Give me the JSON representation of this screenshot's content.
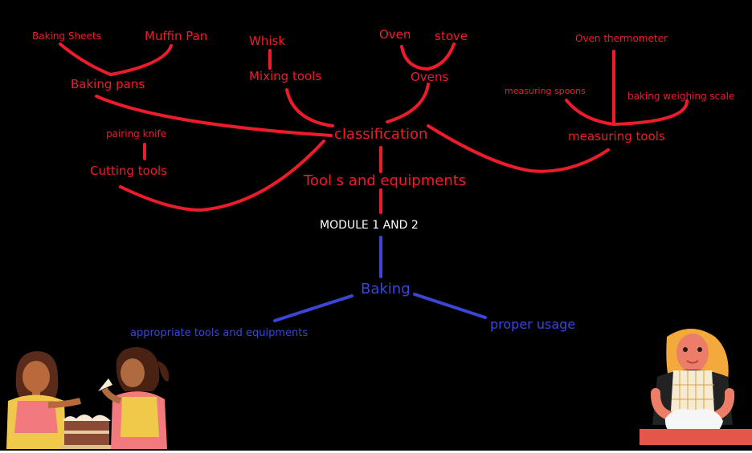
{
  "nodes": {
    "baking_sheets": "Baking Sheets",
    "muffin_pan": "Muffin Pan",
    "baking_pans": "Baking pans",
    "whisk": "Whisk",
    "mixing_tools": "Mixing tools",
    "oven": "Oven",
    "stove": "stove",
    "ovens": "Ovens",
    "oven_thermometer": "Oven thermometer",
    "measuring_spoons": "measuring spoons",
    "baking_weighing_scale": "baking weighing scale",
    "measuring_tools": "measuring tools",
    "pairing_knife": "pairing knife",
    "cutting_tools": "Cutting tools",
    "classification": "classification",
    "tools_and_equipments": "Tool s and equipments",
    "module": "MODULE 1 AND 2",
    "baking": "Baking",
    "appropriate_tools": "appropriate tools and equipments",
    "proper_usage": "proper usage"
  },
  "colors": {
    "background": "#000000",
    "red": "#ee1c2b",
    "blue": "#3b46d6",
    "white": "#ffffff"
  },
  "illustrations": {
    "left": "two-girls-decorating-cake-illustration",
    "right": "girl-kneading-dough-illustration"
  }
}
